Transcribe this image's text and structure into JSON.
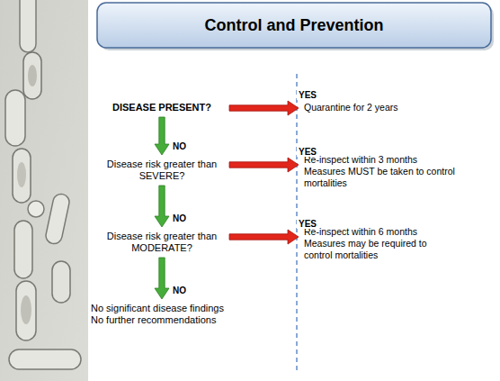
{
  "diagram": {
    "title": "Control and Prevention",
    "nodes": [
      {
        "text": [
          "DISEASE PRESENT?"
        ]
      },
      {
        "text": [
          "Quarantine for 2 years"
        ]
      },
      {
        "text": [
          "Disease risk greater than SEVERE?"
        ]
      },
      {
        "text": [
          "Re-inspect within 3 months",
          "Measures MUST be taken to control mortalities"
        ]
      },
      {
        "text": [
          "Disease risk greater than MODERATE?"
        ]
      },
      {
        "text": [
          "Re-inspect within 6 months",
          "Measures may be required to control mortalities"
        ]
      },
      {
        "text": [
          "No significant disease findings",
          "No further recommendations"
        ]
      }
    ],
    "edges": [
      {
        "from": 0,
        "to": 1,
        "arrow": "to",
        "label": "YES"
      },
      {
        "from": 0,
        "to": 2,
        "arrow": "to",
        "label": "NO"
      },
      {
        "from": 2,
        "to": 3,
        "arrow": "to",
        "label": "YES"
      },
      {
        "from": 2,
        "to": 4,
        "arrow": "to",
        "label": "NO"
      },
      {
        "from": 4,
        "to": 5,
        "arrow": "to",
        "label": "YES"
      },
      {
        "from": 4,
        "to": 6,
        "arrow": "to",
        "label": "NO"
      }
    ]
  }
}
